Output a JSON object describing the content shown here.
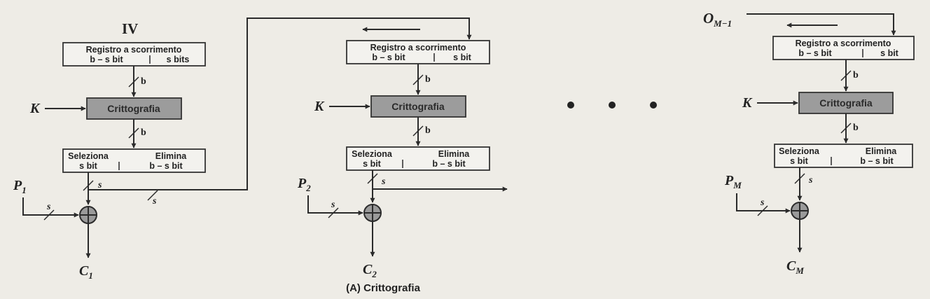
{
  "iv_label": "IV",
  "key_label": "K",
  "om1_label": "O",
  "om1_sub": "M−1",
  "register": {
    "title": "Registro a scorrimento",
    "left_bits": "b – s bit",
    "right_bits_first": "s bits",
    "right_bits": "s bit"
  },
  "encrypt_label": "Crittografia",
  "select": {
    "left_title": "Seleziona",
    "left_bits": "s bit",
    "right_title": "Elimina",
    "right_bits": "b – s bit"
  },
  "bus_b": "b",
  "bus_s": "s",
  "stages": [
    {
      "p": "P",
      "p_sub": "1",
      "c": "C",
      "c_sub": "1"
    },
    {
      "p": "P",
      "p_sub": "2",
      "c": "C",
      "c_sub": "2"
    },
    {
      "p": "P",
      "p_sub": "M",
      "c": "C",
      "c_sub": "M"
    }
  ],
  "caption": "(A) Crittografia",
  "colors": {
    "encrypt_box": "#9c9c9c",
    "xor_fill": "#9a9a9a",
    "line": "#2b2b2b"
  }
}
